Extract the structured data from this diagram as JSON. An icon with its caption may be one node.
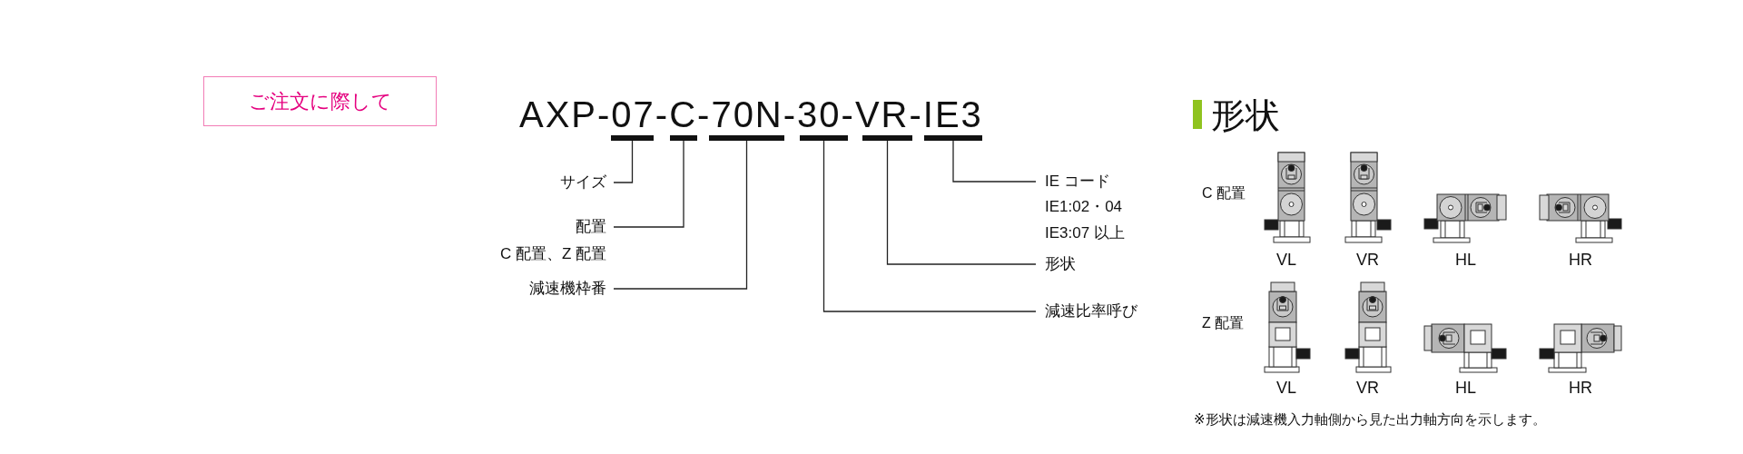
{
  "diagram": {
    "nodes": [
      {
        "text": [
          "ご注文に際して"
        ]
      },
      {
        "text": [],
        "shape": "bar"
      },
      {
        "text": [],
        "shape": "bar"
      },
      {
        "text": [],
        "shape": "bar"
      },
      {
        "text": [],
        "shape": "bar"
      },
      {
        "text": [],
        "shape": "bar"
      },
      {
        "text": [],
        "shape": "bar"
      },
      {
        "text": [
          "サイズ"
        ]
      },
      {
        "text": [
          "配置",
          "C 配置、Z 配置"
        ]
      },
      {
        "text": [
          "減速機枠番"
        ]
      },
      {
        "text": [
          "IE コード",
          "IE1:02・04",
          "IE3:07 以上"
        ]
      },
      {
        "text": [
          "形状"
        ]
      },
      {
        "text": [
          "減速比率呼び"
        ]
      }
    ],
    "edges": [
      {
        "from": 7,
        "to": 1,
        "arrow": "none"
      },
      {
        "from": 8,
        "to": 2,
        "arrow": "none"
      },
      {
        "from": 9,
        "to": 3,
        "arrow": "none"
      },
      {
        "from": 10,
        "to": 6,
        "arrow": "none"
      },
      {
        "from": 11,
        "to": 5,
        "arrow": "none"
      },
      {
        "from": 12,
        "to": 4,
        "arrow": "none"
      }
    ],
    "labels": [
      "AXP-07-C-70N-30-VR-IE3",
      "形状",
      "C 配置",
      "VL",
      "VR",
      "HL",
      "HR",
      "Z 配置",
      "VL",
      "VR",
      "HL",
      "HR",
      "※形状は減速機入力軸側から見た出力軸方向を示します。"
    ]
  }
}
